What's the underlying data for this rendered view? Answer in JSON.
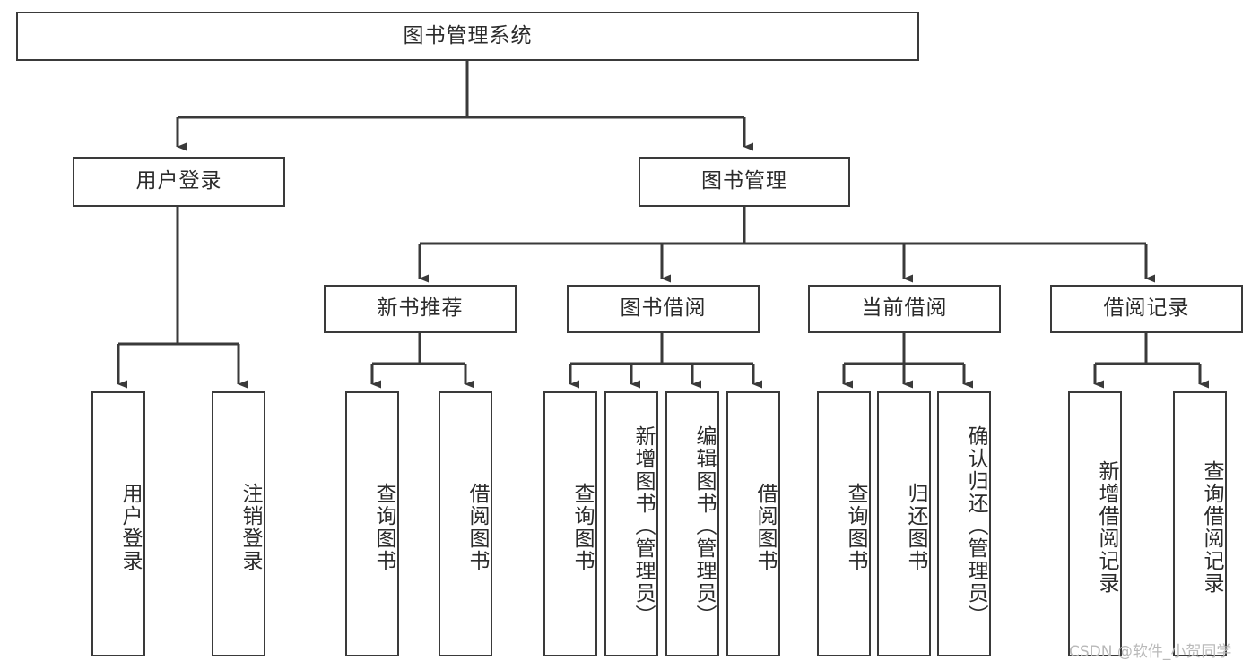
{
  "diagram": {
    "type": "tree-hierarchy-chart",
    "title_text": "图书管理系统",
    "line_color": "#3a3a3a",
    "box_fill": "#ffffff",
    "background": "#ffffff",
    "root": {
      "id": "root",
      "label": "图书管理系统"
    },
    "level2": [
      {
        "id": "user-login",
        "label": "用户登录"
      },
      {
        "id": "book-management",
        "label": "图书管理"
      }
    ],
    "level3": [
      {
        "id": "new-book-recommend",
        "label": "新书推荐",
        "parent": "book-management"
      },
      {
        "id": "book-borrow",
        "label": "图书借阅",
        "parent": "book-management"
      },
      {
        "id": "current-borrow",
        "label": "当前借阅",
        "parent": "book-management"
      },
      {
        "id": "borrow-record",
        "label": "借阅记录",
        "parent": "book-management"
      }
    ],
    "leaves": {
      "user_login": [
        {
          "id": "leaf-user-login",
          "label": "用户登录"
        },
        {
          "id": "leaf-logout-login",
          "label": "注销登录"
        }
      ],
      "new_book_recommend": [
        {
          "id": "leaf-query-book-1",
          "label": "查询图书"
        },
        {
          "id": "leaf-borrow-book-1",
          "label": "借阅图书"
        }
      ],
      "book_borrow": [
        {
          "id": "leaf-query-book-2",
          "label": "查询图书"
        },
        {
          "id": "leaf-add-book",
          "label": "新增图书（管理员）"
        },
        {
          "id": "leaf-edit-book",
          "label": "编辑图书（管理员）"
        },
        {
          "id": "leaf-borrow-book-2",
          "label": "借阅图书"
        }
      ],
      "current_borrow": [
        {
          "id": "leaf-query-book-3",
          "label": "查询图书"
        },
        {
          "id": "leaf-return-book",
          "label": "归还图书"
        },
        {
          "id": "leaf-confirm-return",
          "label": "确认归还（管理员）"
        }
      ],
      "borrow_record": [
        {
          "id": "leaf-add-record",
          "label": "新增借阅记录"
        },
        {
          "id": "leaf-query-record",
          "label": "查询借阅记录"
        }
      ]
    }
  },
  "watermark": {
    "text": "CSDN @软件_小贺同学"
  }
}
